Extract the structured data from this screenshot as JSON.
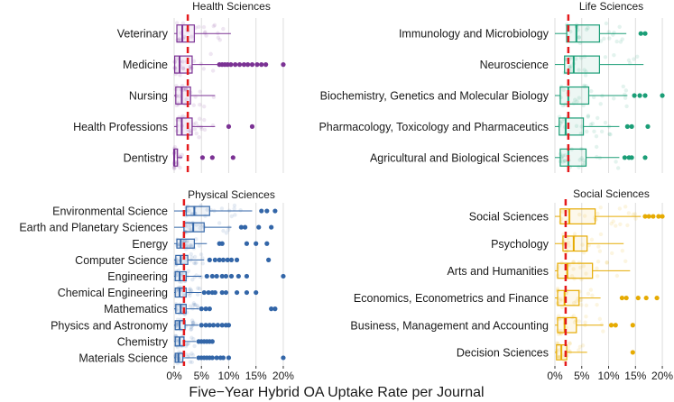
{
  "figure": {
    "x_axis_title": "Five−Year Hybrid OA Uptake Rate per Journal"
  },
  "chart_data": [
    {
      "type": "boxplot",
      "title": "Health Sciences",
      "color": "#7B3294",
      "xlim": [
        0,
        0.21
      ],
      "x_ticks": [
        "0%",
        "5%",
        "10%",
        "15%",
        "20%"
      ],
      "median_reference": 0.025,
      "categories": [
        "Veterinary",
        "Medicine",
        "Nursing",
        "Health Professions",
        "Dentistry"
      ],
      "boxes": [
        {
          "whisker_low": 0.0,
          "q1": 0.005,
          "median": 0.015,
          "q3": 0.037,
          "whisker_high": 0.104,
          "outliers": []
        },
        {
          "whisker_low": 0.0,
          "q1": 0.001,
          "median": 0.01,
          "q3": 0.033,
          "whisker_high": 0.08,
          "outliers": [
            0.083,
            0.088,
            0.093,
            0.098,
            0.104,
            0.112,
            0.12,
            0.128,
            0.135,
            0.143,
            0.152,
            0.16,
            0.168,
            0.2
          ]
        },
        {
          "whisker_low": 0.0,
          "q1": 0.003,
          "median": 0.014,
          "q3": 0.03,
          "whisker_high": 0.075,
          "outliers": []
        },
        {
          "whisker_low": 0.0,
          "q1": 0.005,
          "median": 0.014,
          "q3": 0.033,
          "whisker_high": 0.075,
          "outliers": [
            0.1,
            0.143
          ]
        },
        {
          "whisker_low": 0.0,
          "q1": 0.0,
          "median": 0.0,
          "q3": 0.006,
          "whisker_high": 0.015,
          "outliers": [
            0.052,
            0.07,
            0.108
          ]
        }
      ]
    },
    {
      "type": "boxplot",
      "title": "Life Sciences",
      "color": "#1B9E77",
      "xlim": [
        0,
        0.21
      ],
      "x_ticks": [
        "0%",
        "5%",
        "10%",
        "15%",
        "20%"
      ],
      "median_reference": 0.025,
      "categories": [
        "Immunology and Microbiology",
        "Neuroscience",
        "Biochemistry, Genetics and Molecular Biology",
        "Pharmacology, Toxicology and Pharmaceutics",
        "Agricultural and Biological Sciences"
      ],
      "boxes": [
        {
          "whisker_low": 0.0,
          "q1": 0.022,
          "median": 0.04,
          "q3": 0.083,
          "whisker_high": 0.133,
          "outliers": [
            0.16,
            0.168
          ]
        },
        {
          "whisker_low": 0.0,
          "q1": 0.018,
          "median": 0.035,
          "q3": 0.083,
          "whisker_high": 0.165,
          "outliers": []
        },
        {
          "whisker_low": 0.0,
          "q1": 0.01,
          "median": 0.025,
          "q3": 0.063,
          "whisker_high": 0.135,
          "outliers": [
            0.148,
            0.158,
            0.168,
            0.2
          ]
        },
        {
          "whisker_low": 0.0,
          "q1": 0.008,
          "median": 0.02,
          "q3": 0.053,
          "whisker_high": 0.12,
          "outliers": [
            0.135,
            0.143,
            0.173
          ]
        },
        {
          "whisker_low": 0.0,
          "q1": 0.01,
          "median": 0.025,
          "q3": 0.058,
          "whisker_high": 0.12,
          "outliers": [
            0.13,
            0.138,
            0.143,
            0.168
          ]
        }
      ]
    },
    {
      "type": "boxplot",
      "title": "Physical Sciences",
      "color": "#3366A8",
      "xlim": [
        0,
        0.21
      ],
      "x_ticks": [
        "0%",
        "5%",
        "10%",
        "15%",
        "20%"
      ],
      "median_reference": 0.018,
      "categories": [
        "Environmental Science",
        "Earth and Planetary Sciences",
        "Energy",
        "Computer Science",
        "Engineering",
        "Chemical Engineering",
        "Mathematics",
        "Physics and Astronomy",
        "Chemistry",
        "Materials Science"
      ],
      "boxes": [
        {
          "whisker_low": 0.0,
          "q1": 0.022,
          "median": 0.037,
          "q3": 0.065,
          "whisker_high": 0.143,
          "outliers": [
            0.16,
            0.17,
            0.185
          ]
        },
        {
          "whisker_low": 0.0,
          "q1": 0.018,
          "median": 0.035,
          "q3": 0.055,
          "whisker_high": 0.105,
          "outliers": [
            0.123,
            0.13,
            0.155,
            0.178
          ]
        },
        {
          "whisker_low": 0.0,
          "q1": 0.005,
          "median": 0.012,
          "q3": 0.037,
          "whisker_high": 0.06,
          "outliers": [
            0.083,
            0.088,
            0.133,
            0.15,
            0.17
          ]
        },
        {
          "whisker_low": 0.0,
          "q1": 0.003,
          "median": 0.012,
          "q3": 0.025,
          "whisker_high": 0.055,
          "outliers": [
            0.065,
            0.075,
            0.083,
            0.09,
            0.098,
            0.105,
            0.115,
            0.173
          ]
        },
        {
          "whisker_low": 0.0,
          "q1": 0.002,
          "median": 0.01,
          "q3": 0.022,
          "whisker_high": 0.05,
          "outliers": [
            0.06,
            0.07,
            0.078,
            0.088,
            0.095,
            0.105,
            0.118,
            0.133,
            0.2
          ]
        },
        {
          "whisker_low": 0.0,
          "q1": 0.002,
          "median": 0.01,
          "q3": 0.022,
          "whisker_high": 0.05,
          "outliers": [
            0.055,
            0.063,
            0.07,
            0.075,
            0.088,
            0.095,
            0.115,
            0.133,
            0.15
          ]
        },
        {
          "whisker_low": 0.0,
          "q1": 0.003,
          "median": 0.012,
          "q3": 0.022,
          "whisker_high": 0.045,
          "outliers": [
            0.05,
            0.058,
            0.065,
            0.178,
            0.185
          ]
        },
        {
          "whisker_low": 0.0,
          "q1": 0.002,
          "median": 0.01,
          "q3": 0.02,
          "whisker_high": 0.045,
          "outliers": [
            0.05,
            0.058,
            0.065,
            0.072,
            0.08,
            0.088,
            0.095,
            0.1
          ]
        },
        {
          "whisker_low": 0.0,
          "q1": 0.002,
          "median": 0.01,
          "q3": 0.018,
          "whisker_high": 0.04,
          "outliers": [
            0.045,
            0.05,
            0.055,
            0.06,
            0.065,
            0.07
          ]
        },
        {
          "whisker_low": 0.0,
          "q1": 0.002,
          "median": 0.008,
          "q3": 0.016,
          "whisker_high": 0.04,
          "outliers": [
            0.045,
            0.05,
            0.055,
            0.06,
            0.065,
            0.07,
            0.078,
            0.085,
            0.09,
            0.1,
            0.2
          ]
        }
      ]
    },
    {
      "type": "boxplot",
      "title": "Social Sciences",
      "color": "#E6AB02",
      "xlim": [
        0,
        0.21
      ],
      "x_ticks": [
        "0%",
        "5%",
        "10%",
        "15%",
        "20%"
      ],
      "median_reference": 0.02,
      "categories": [
        "Social Sciences",
        "Psychology",
        "Arts and Humanities",
        "Economics, Econometrics and Finance",
        "Business, Management and Accounting",
        "Decision Sciences"
      ],
      "boxes": [
        {
          "whisker_low": 0.0,
          "q1": 0.01,
          "median": 0.027,
          "q3": 0.075,
          "whisker_high": 0.16,
          "outliers": [
            0.168,
            0.175,
            0.183,
            0.193,
            0.2
          ]
        },
        {
          "whisker_low": 0.0,
          "q1": 0.015,
          "median": 0.035,
          "q3": 0.06,
          "whisker_high": 0.128,
          "outliers": []
        },
        {
          "whisker_low": 0.0,
          "q1": 0.005,
          "median": 0.023,
          "q3": 0.07,
          "whisker_high": 0.14,
          "outliers": []
        },
        {
          "whisker_low": 0.0,
          "q1": 0.005,
          "median": 0.018,
          "q3": 0.045,
          "whisker_high": 0.085,
          "outliers": [
            0.125,
            0.133,
            0.155,
            0.17,
            0.19
          ]
        },
        {
          "whisker_low": 0.0,
          "q1": 0.005,
          "median": 0.018,
          "q3": 0.04,
          "whisker_high": 0.09,
          "outliers": [
            0.105,
            0.113,
            0.145
          ]
        },
        {
          "whisker_low": 0.0,
          "q1": 0.003,
          "median": 0.012,
          "q3": 0.022,
          "whisker_high": 0.06,
          "outliers": [
            0.145
          ]
        }
      ]
    }
  ]
}
